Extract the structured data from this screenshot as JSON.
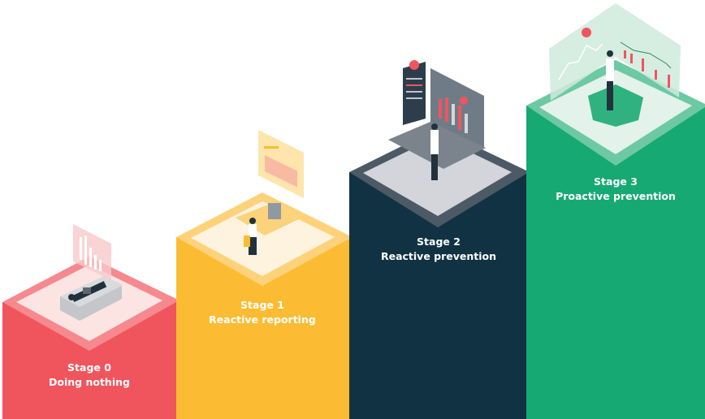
{
  "stages": [
    {
      "title": "Stage 0",
      "subtitle": "Doing nothing",
      "color": "#f0555e",
      "top": "#f6898e",
      "inner": "#fbe4e2"
    },
    {
      "title": "Stage 1",
      "subtitle": "Reactive reporting",
      "color": "#fbbc34",
      "top": "#fdd27a",
      "inner": "#fdf3de"
    },
    {
      "title": "Stage 2",
      "subtitle": "Reactive prevention",
      "color": "#113243",
      "top": "#4c5a66",
      "inner": "#d3d5da"
    },
    {
      "title": "Stage 3",
      "subtitle": "Proactive prevention",
      "color": "#17a974",
      "top": "#6cc9a3",
      "inner": "#e3f2ea"
    }
  ]
}
